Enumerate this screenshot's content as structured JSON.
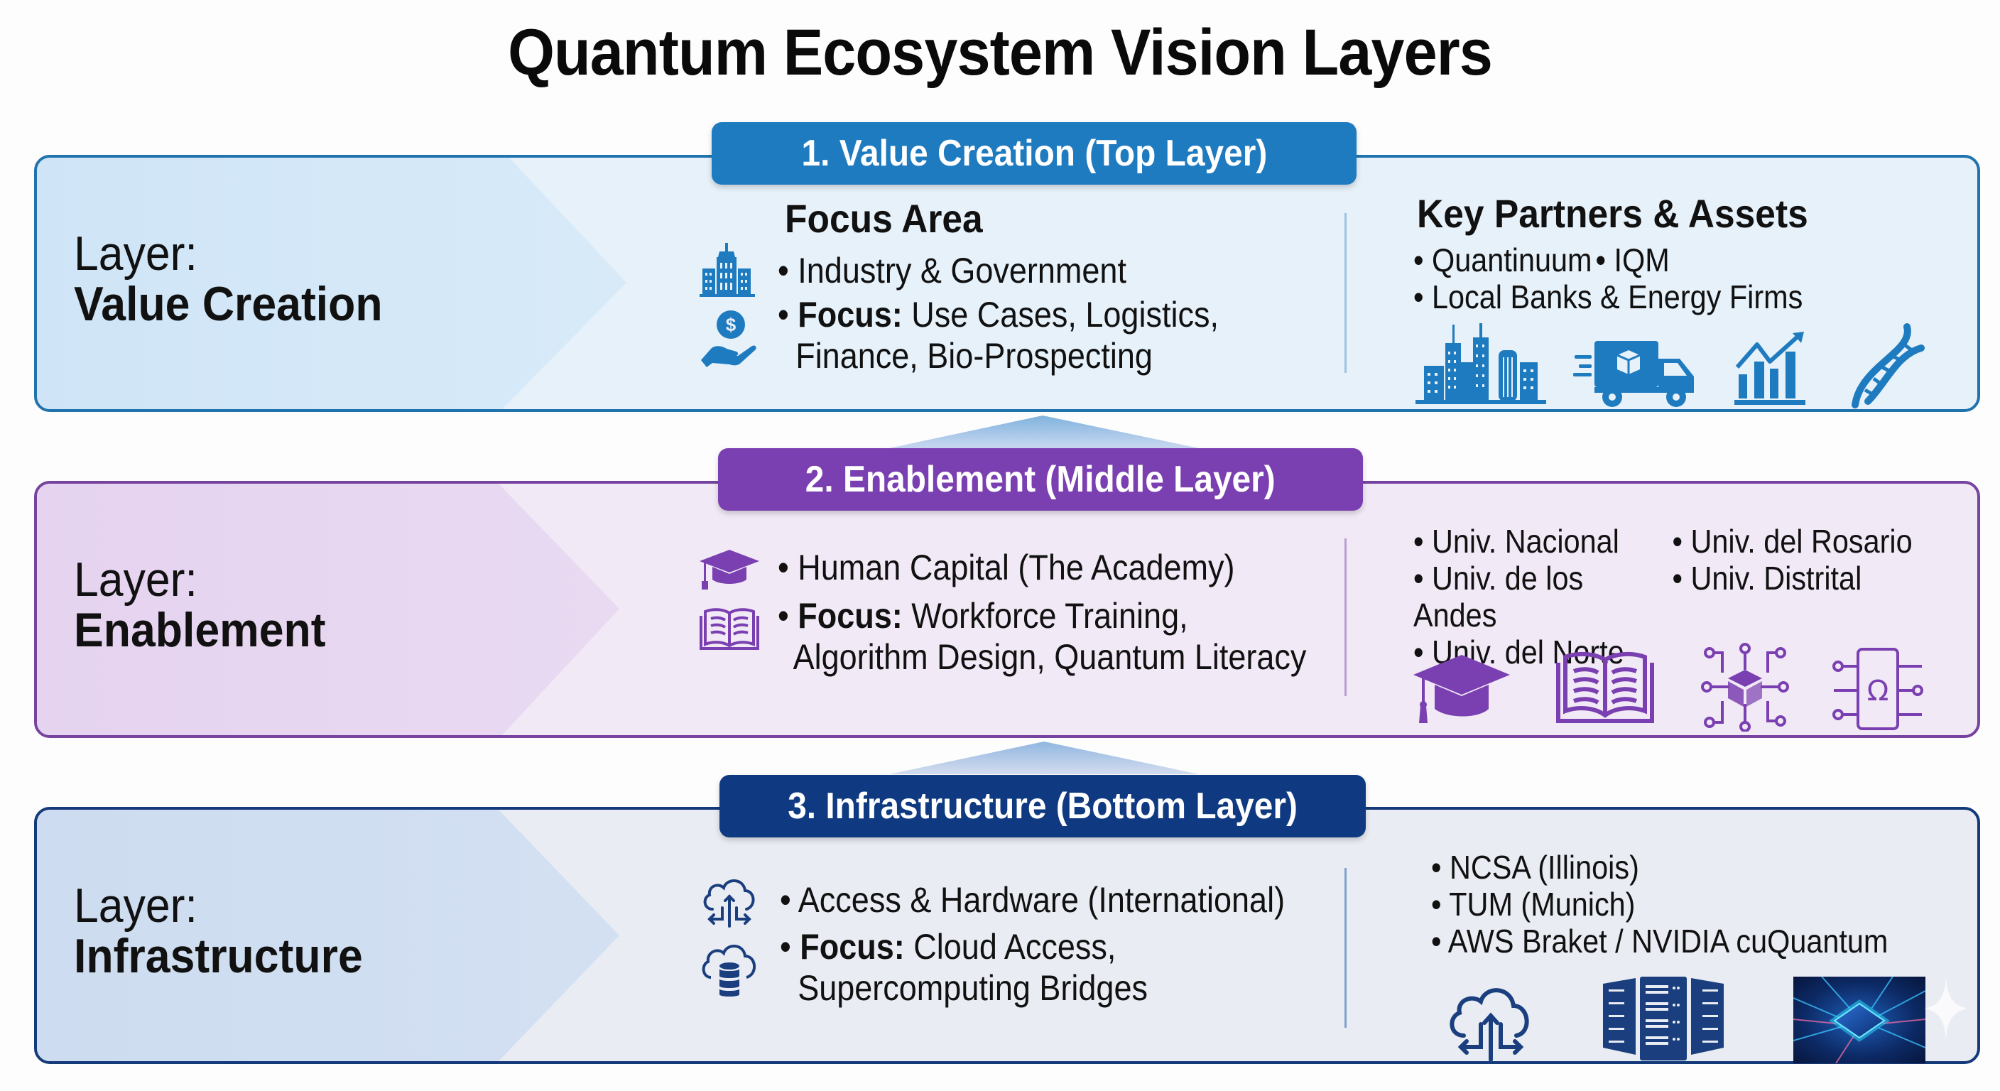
{
  "title": "Quantum Ecosystem Vision Layers",
  "colors": {
    "value_creation": "#1f7bbf",
    "enablement": "#7a3fb0",
    "infrastructure": "#0f3a82"
  },
  "layers": [
    {
      "badge": "1. Value Creation (Top Layer)",
      "label_prefix": "Layer:",
      "label_name": "Value Creation",
      "focus_heading": "Focus Area",
      "focus_icons": [
        "building-icon",
        "hand-coin-icon"
      ],
      "focus_items": [
        {
          "text": "Industry & Government"
        },
        {
          "bold": "Focus:",
          "text": " Use Cases, Logistics,",
          "cont": "Finance, Bio-Prospecting"
        }
      ],
      "partners_heading": "Key Partners & Assets",
      "partners_rows": [
        [
          "Quantinuum",
          "IQM"
        ],
        [
          "Local Banks & Energy Firms"
        ]
      ],
      "asset_icons": [
        "city-skyline-icon",
        "delivery-truck-icon",
        "growth-chart-icon",
        "dna-icon"
      ]
    },
    {
      "badge": "2. Enablement (Middle Layer)",
      "label_prefix": "Layer:",
      "label_name": "Enablement",
      "focus_icons": [
        "graduation-cap-icon",
        "open-book-icon"
      ],
      "focus_items": [
        {
          "text": "Human Capital (The Academy)"
        },
        {
          "bold": "Focus:",
          "text": " Workforce Training,",
          "cont": "Algorithm Design, Quantum Literacy"
        }
      ],
      "partners_rows": [
        [
          "Univ. Nacional",
          "Univ. del Rosario"
        ],
        [
          "Univ. de los Andes",
          "Univ. Distrital"
        ],
        [
          "Univ. del Norte"
        ]
      ],
      "asset_icons": [
        "graduation-cap-icon",
        "open-book-icon",
        "quantum-circuit-cube-icon",
        "omega-gate-icon"
      ]
    },
    {
      "badge": "3. Infrastructure (Bottom Layer)",
      "label_prefix": "Layer:",
      "label_name": "Infrastructure",
      "focus_icons": [
        "cloud-transfer-icon",
        "cloud-database-icon"
      ],
      "focus_items": [
        {
          "text": "Access & Hardware (International)"
        },
        {
          "bold": "Focus:",
          "text": " Cloud Access,",
          "cont": "Supercomputing Bridges"
        }
      ],
      "partners_rows": [
        [
          "NCSA (Illinois)"
        ],
        [
          "TUM (Munich)"
        ],
        [
          "AWS Braket / NVIDIA cuQuantum"
        ]
      ],
      "asset_icons": [
        "cloud-transfer-icon",
        "server-rack-icon",
        "quantum-chip-image"
      ]
    }
  ]
}
